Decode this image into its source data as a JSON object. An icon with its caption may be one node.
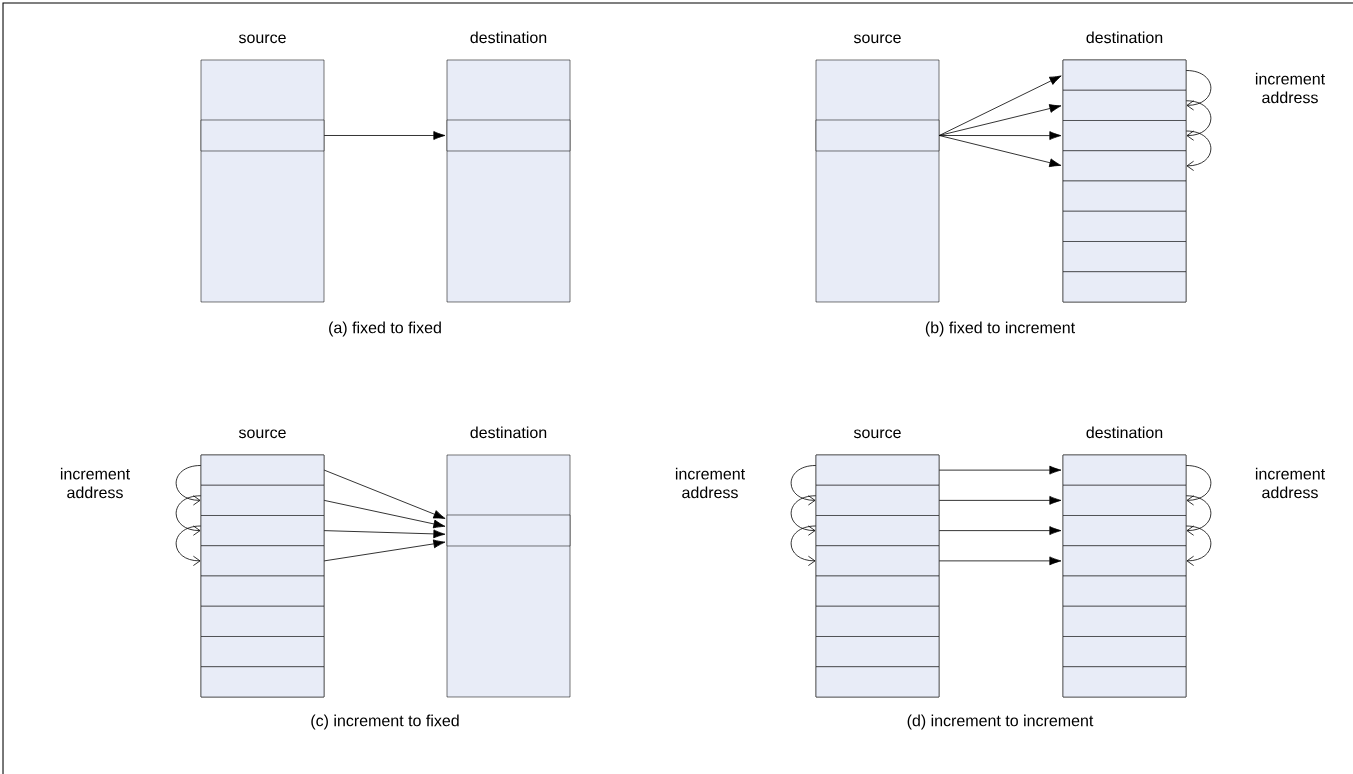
{
  "diagram": {
    "nodes": [
      {
        "text": [
          "source"
        ]
      },
      {
        "text": [],
        "shape": "box",
        "in": 0
      },
      {
        "text": [
          "destination"
        ]
      },
      {
        "text": [],
        "shape": "box",
        "in": 2
      },
      {
        "text": [
          "source"
        ]
      },
      {
        "text": [],
        "shape": "box",
        "in": 4
      },
      {
        "text": [
          "destination"
        ]
      },
      {
        "text": [],
        "shape": "box",
        "in": 6
      },
      {
        "text": [],
        "shape": "box",
        "in": 6
      },
      {
        "text": [],
        "shape": "box",
        "in": 6
      },
      {
        "text": [],
        "shape": "box",
        "in": 6
      },
      {
        "text": [],
        "shape": "box",
        "in": 6
      },
      {
        "text": [],
        "shape": "box",
        "in": 6
      },
      {
        "text": [],
        "shape": "box",
        "in": 6
      },
      {
        "text": [],
        "shape": "box",
        "in": 6
      },
      {
        "text": [
          "source"
        ]
      },
      {
        "text": [],
        "shape": "box",
        "in": 15
      },
      {
        "text": [],
        "shape": "box",
        "in": 15
      },
      {
        "text": [],
        "shape": "box",
        "in": 15
      },
      {
        "text": [],
        "shape": "box",
        "in": 15
      },
      {
        "text": [],
        "shape": "box",
        "in": 15
      },
      {
        "text": [],
        "shape": "box",
        "in": 15
      },
      {
        "text": [],
        "shape": "box",
        "in": 15
      },
      {
        "text": [],
        "shape": "box",
        "in": 15
      },
      {
        "text": [
          "destination"
        ]
      },
      {
        "text": [],
        "shape": "box",
        "in": 24
      },
      {
        "text": [
          "source"
        ]
      },
      {
        "text": [],
        "shape": "box",
        "in": 26
      },
      {
        "text": [],
        "shape": "box",
        "in": 26
      },
      {
        "text": [],
        "shape": "box",
        "in": 26
      },
      {
        "text": [],
        "shape": "box",
        "in": 26
      },
      {
        "text": [],
        "shape": "box",
        "in": 26
      },
      {
        "text": [],
        "shape": "box",
        "in": 26
      },
      {
        "text": [],
        "shape": "box",
        "in": 26
      },
      {
        "text": [],
        "shape": "box",
        "in": 26
      },
      {
        "text": [
          "destination"
        ]
      },
      {
        "text": [],
        "shape": "box",
        "in": 35
      },
      {
        "text": [],
        "shape": "box",
        "in": 35
      },
      {
        "text": [],
        "shape": "box",
        "in": 35
      },
      {
        "text": [],
        "shape": "box",
        "in": 35
      },
      {
        "text": [],
        "shape": "box",
        "in": 35
      },
      {
        "text": [],
        "shape": "box",
        "in": 35
      },
      {
        "text": [],
        "shape": "box",
        "in": 35
      },
      {
        "text": [],
        "shape": "box",
        "in": 35
      }
    ],
    "edges": [
      {
        "from": 1,
        "to": 3,
        "arrow": "to"
      },
      {
        "from": 5,
        "to": 7,
        "arrow": "to"
      },
      {
        "from": 5,
        "to": 8,
        "arrow": "to"
      },
      {
        "from": 5,
        "to": 9,
        "arrow": "to"
      },
      {
        "from": 5,
        "to": 10,
        "arrow": "to"
      },
      {
        "from": 7,
        "to": 8,
        "arrow": "to"
      },
      {
        "from": 8,
        "to": 9,
        "arrow": "to"
      },
      {
        "from": 9,
        "to": 10,
        "arrow": "to"
      },
      {
        "from": 16,
        "to": 17,
        "arrow": "to"
      },
      {
        "from": 17,
        "to": 18,
        "arrow": "to"
      },
      {
        "from": 18,
        "to": 19,
        "arrow": "to"
      },
      {
        "from": 16,
        "to": 25,
        "arrow": "to"
      },
      {
        "from": 17,
        "to": 25,
        "arrow": "to"
      },
      {
        "from": 18,
        "to": 25,
        "arrow": "to"
      },
      {
        "from": 19,
        "to": 25,
        "arrow": "to"
      },
      {
        "from": 27,
        "to": 28,
        "arrow": "to"
      },
      {
        "from": 28,
        "to": 29,
        "arrow": "to"
      },
      {
        "from": 29,
        "to": 30,
        "arrow": "to"
      },
      {
        "from": 27,
        "to": 36,
        "arrow": "to"
      },
      {
        "from": 28,
        "to": 37,
        "arrow": "to"
      },
      {
        "from": 29,
        "to": 38,
        "arrow": "to"
      },
      {
        "from": 30,
        "to": 39,
        "arrow": "to"
      },
      {
        "from": 36,
        "to": 37,
        "arrow": "to"
      },
      {
        "from": 37,
        "to": 38,
        "arrow": "to"
      },
      {
        "from": 38,
        "to": 39,
        "arrow": "to"
      }
    ],
    "labels": [
      "increment address",
      "(a) fixed to fixed",
      "(b) fixed to increment",
      "increment address",
      "increment address",
      "increment address",
      "(c) increment to fixed",
      "(d) increment to increment"
    ]
  }
}
